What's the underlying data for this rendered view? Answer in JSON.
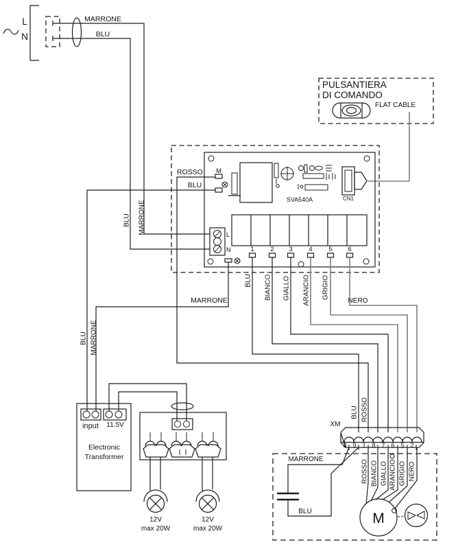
{
  "colors": {
    "background": "#ffffff",
    "line": "#1c1c1c",
    "gray_wire": "#7e7e7e"
  },
  "ac": {
    "l": "L",
    "n": "N"
  },
  "mains": {
    "brown": "MARRONE",
    "blue": "BLU"
  },
  "feed": {
    "blu_vert": "BLU",
    "marrone_vert": "MARRONE"
  },
  "pulsantiera": {
    "line1": "PULSANTIERA",
    "line2": "DI COMANDO",
    "flat_cable": "FLAT CABLE"
  },
  "board": {
    "rosso": "ROSSO",
    "blu": "BLU",
    "m": "M",
    "model": "SVA540A",
    "cn1": "CN1",
    "l": "L",
    "n": "N",
    "terminals": [
      "1",
      "2",
      "3",
      "4",
      "5",
      "6"
    ]
  },
  "harness": {
    "marrone": "MARRONE",
    "nero": "NERO",
    "vertical": [
      "BLU",
      "BIANCO",
      "GIALLO",
      "ARANCIO",
      "GRIGIO"
    ]
  },
  "supply": {
    "blu": "BLU",
    "marrone": "MARRONE"
  },
  "transformer": {
    "input": "input",
    "output": "11.5V",
    "name1": "Electronic",
    "name2": "Transformer"
  },
  "lamps": [
    {
      "voltage": "12V",
      "power": "max 20W"
    },
    {
      "voltage": "12V",
      "power": "max 20W"
    }
  ],
  "xm": {
    "label": "XM",
    "blu": "BLU",
    "rosso": "ROSSO",
    "pins": [
      "3",
      "9",
      "1",
      "8",
      "7",
      "6",
      "5",
      "2"
    ]
  },
  "motor": {
    "marrone": "MARRONE",
    "blu": "BLU",
    "m": "M",
    "wires": [
      "ROSSO",
      "BIANCO",
      "GIALLO",
      "ARANCIO",
      "GRIGIO",
      "NERO"
    ]
  }
}
